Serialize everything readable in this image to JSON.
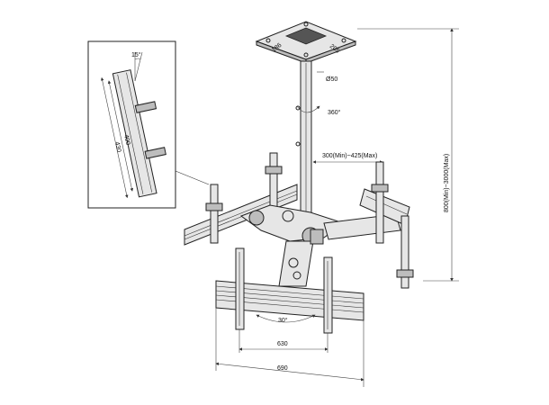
{
  "dimensions": {
    "plate_w": "186",
    "plate_d": "205",
    "pole_dia": "Ø50",
    "rotation": "360°",
    "arm_reach": "300(Min)~425(Max)",
    "height": "800(Min)~3000(Max)",
    "tilt": "15°",
    "bracket_a": "430",
    "bracket_b": "400",
    "swivel": "30°",
    "rail_inner": "630",
    "rail_outer": "690"
  }
}
